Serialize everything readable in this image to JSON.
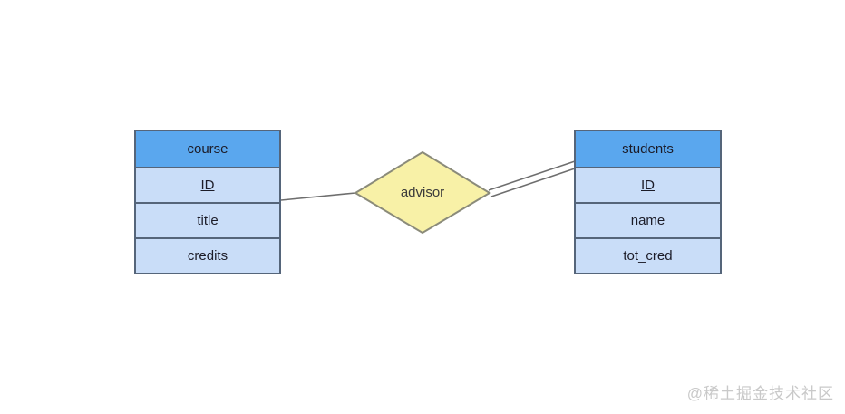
{
  "diagram": {
    "kind": "entity-relationship-diagram",
    "background": "#ffffff"
  },
  "entities": [
    {
      "id": "course",
      "title": "course",
      "attributes": [
        "ID",
        "title",
        "credits"
      ],
      "primary_key": "ID"
    },
    {
      "id": "students",
      "title": "students",
      "attributes": [
        "ID",
        "name",
        "tot_cred"
      ],
      "primary_key": "ID"
    }
  ],
  "relationship": {
    "label": "advisor",
    "from_entity": "course",
    "to_entity": "students",
    "line_to_course": "single",
    "line_to_students": "double"
  },
  "colors": {
    "entity_header": "#5aa7ee",
    "entity_row": "#c9ddf8",
    "entity_border": "#55657a",
    "diamond_fill": "#f8f1a7",
    "diamond_border": "#8b8b7a",
    "line": "#6e6e6e",
    "text": "#1c1c28",
    "watermark": "#c9c9c9"
  },
  "watermark": "@稀土掘金技术社区"
}
